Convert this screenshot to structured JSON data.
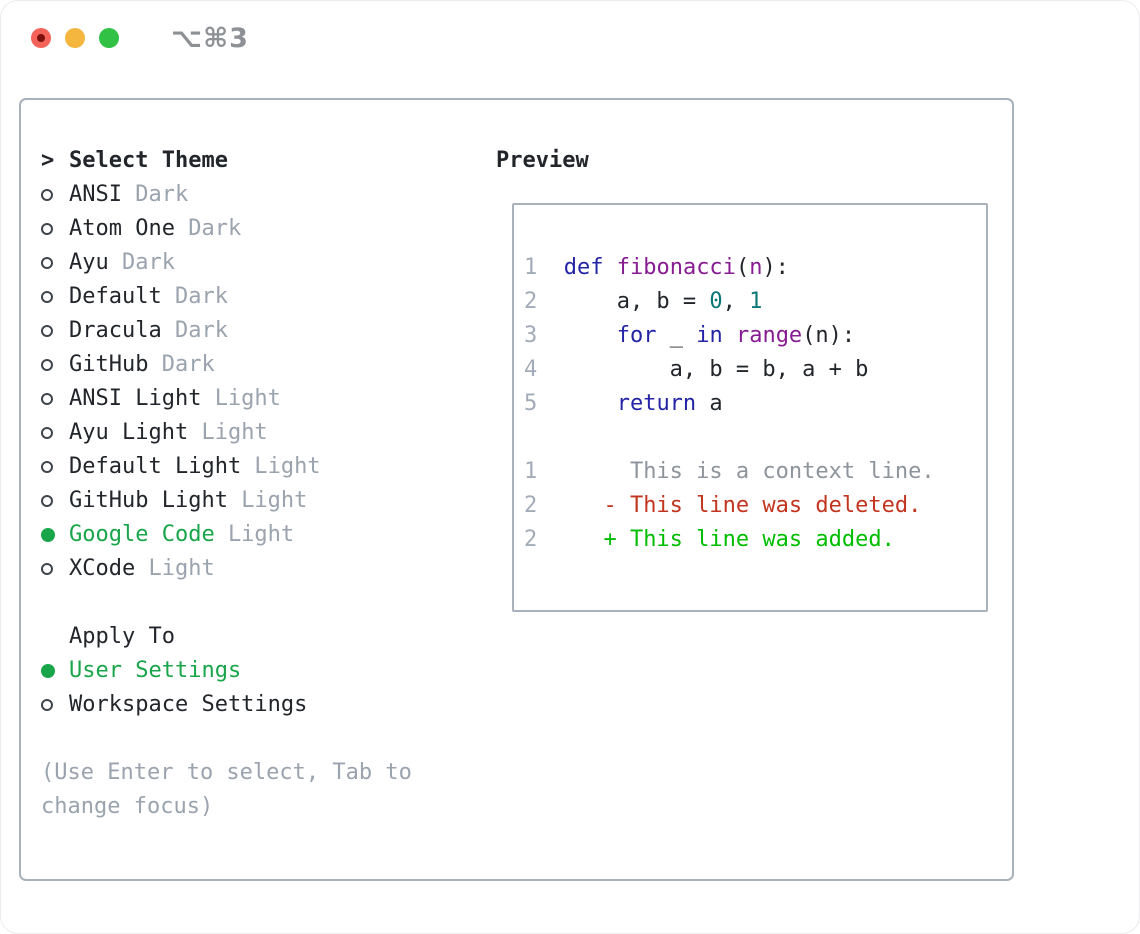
{
  "window": {
    "title": "⌥⌘3",
    "buttons": {
      "close": "close",
      "minimize": "minimize",
      "zoom": "zoom"
    }
  },
  "colors": {
    "ink": "#22262b",
    "muted": "#9aa3ae",
    "line-number": "#a2abb8",
    "context": "#8d949c",
    "keyword": "#2424a6",
    "function": "#871b91",
    "number": "#0d7676",
    "green-ui": "#19a549",
    "green-diff": "#00bd00",
    "red-diff": "#c2351f",
    "panel-border": "#a9b1bb",
    "titlebar-text": "#8d9095",
    "traffic-red": "#f4635a",
    "traffic-red-dot": "#7c100c",
    "traffic-yellow": "#f5b63f",
    "traffic-green": "#30c145"
  },
  "theme_panel": {
    "header_prefix": ">",
    "header": "Select Theme",
    "items": [
      {
        "name": "ANSI",
        "variant": "Dark",
        "selected": false
      },
      {
        "name": "Atom One",
        "variant": "Dark",
        "selected": false
      },
      {
        "name": "Ayu",
        "variant": "Dark",
        "selected": false
      },
      {
        "name": "Default",
        "variant": "Dark",
        "selected": false
      },
      {
        "name": "Dracula",
        "variant": "Dark",
        "selected": false
      },
      {
        "name": "GitHub",
        "variant": "Dark",
        "selected": false
      },
      {
        "name": "ANSI Light",
        "variant": "Light",
        "selected": false
      },
      {
        "name": "Ayu Light",
        "variant": "Light",
        "selected": false
      },
      {
        "name": "Default Light",
        "variant": "Light",
        "selected": false
      },
      {
        "name": "GitHub Light",
        "variant": "Light",
        "selected": false
      },
      {
        "name": "Google Code",
        "variant": "Light",
        "selected": true
      },
      {
        "name": "XCode",
        "variant": "Light",
        "selected": false
      }
    ],
    "apply_to": {
      "header": "Apply To",
      "options": [
        {
          "label": "User Settings",
          "selected": true
        },
        {
          "label": "Workspace Settings",
          "selected": false
        }
      ]
    },
    "hint": "(Use Enter to select, Tab to change focus)"
  },
  "preview": {
    "header": "Preview",
    "lines": [
      {
        "num": "1",
        "segments": [
          {
            "s": "kw",
            "t": "def"
          },
          {
            "s": "pl",
            "t": " "
          },
          {
            "s": "fn",
            "t": "fibonacci"
          },
          {
            "s": "pl",
            "t": "("
          },
          {
            "s": "fn",
            "t": "n"
          },
          {
            "s": "pl",
            "t": "):"
          }
        ]
      },
      {
        "num": "2",
        "segments": [
          {
            "s": "pl",
            "t": "    a, b = "
          },
          {
            "s": "num",
            "t": "0"
          },
          {
            "s": "pl",
            "t": ", "
          },
          {
            "s": "num",
            "t": "1"
          }
        ]
      },
      {
        "num": "3",
        "segments": [
          {
            "s": "pl",
            "t": "    "
          },
          {
            "s": "kw",
            "t": "for"
          },
          {
            "s": "pl",
            "t": " _ "
          },
          {
            "s": "kw",
            "t": "in"
          },
          {
            "s": "pl",
            "t": " "
          },
          {
            "s": "fn",
            "t": "range"
          },
          {
            "s": "pl",
            "t": "(n):"
          }
        ]
      },
      {
        "num": "4",
        "segments": [
          {
            "s": "pl",
            "t": "        a, b = b, a + b"
          }
        ]
      },
      {
        "num": "5",
        "segments": [
          {
            "s": "pl",
            "t": "    "
          },
          {
            "s": "kw",
            "t": "return"
          },
          {
            "s": "pl",
            "t": " a"
          }
        ]
      },
      {
        "num": "",
        "segments": []
      },
      {
        "num": "1",
        "segments": [
          {
            "s": "ctx",
            "t": "     This is a context line."
          }
        ]
      },
      {
        "num": "2",
        "segments": [
          {
            "s": "del",
            "t": "   - This line was deleted."
          }
        ]
      },
      {
        "num": "2",
        "segments": [
          {
            "s": "add",
            "t": "   + This line was added."
          }
        ]
      }
    ]
  }
}
